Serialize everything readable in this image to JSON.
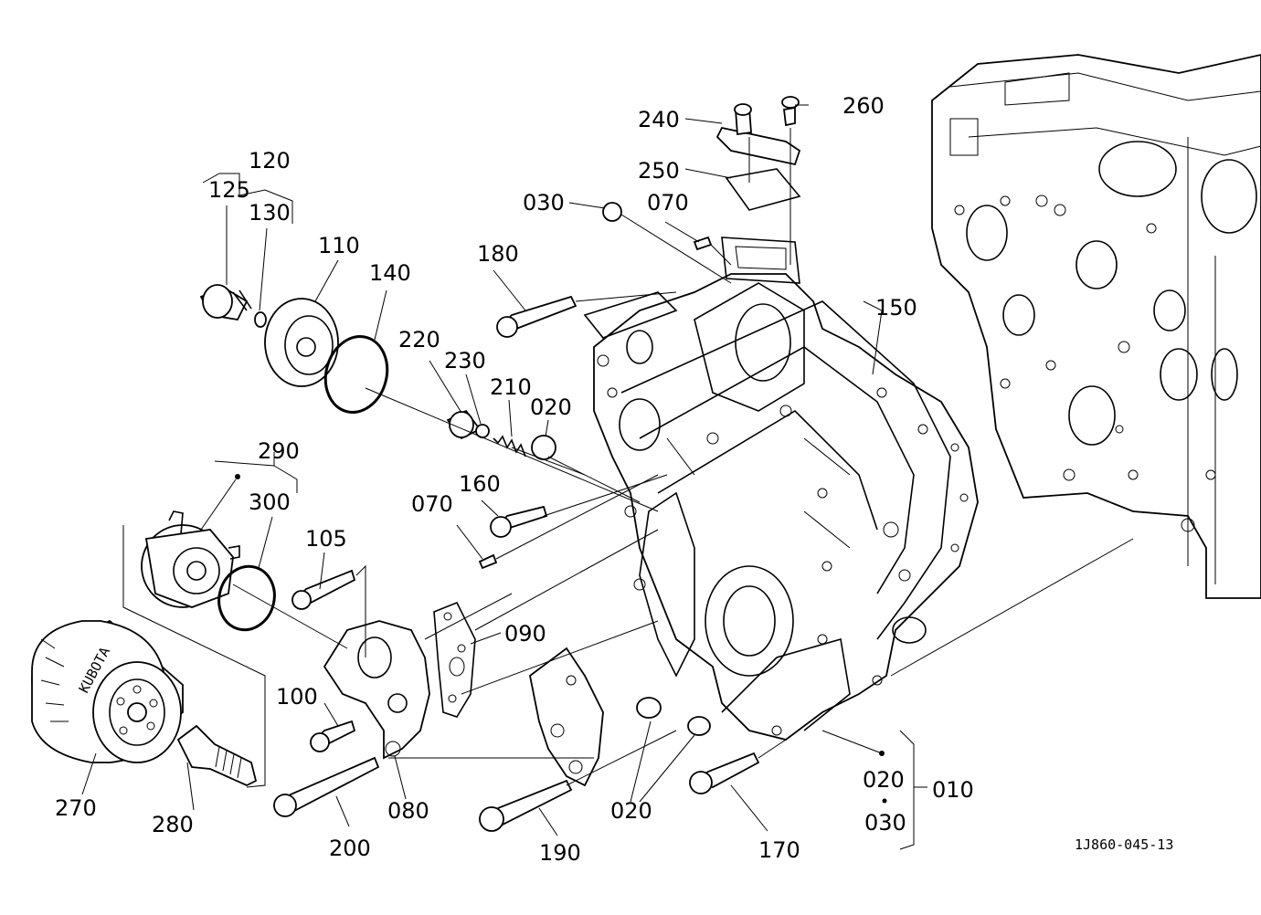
{
  "labels": {
    "p010": "010",
    "p020_a": "020",
    "p020_b": "020",
    "p020_c": "020",
    "p030_a": "030",
    "p030_b": "030",
    "p070_a": "070",
    "p070_b": "070",
    "p080": "080",
    "p090": "090",
    "p100": "100",
    "p105": "105",
    "p110": "110",
    "p120": "120",
    "p125": "125",
    "p130": "130",
    "p140": "140",
    "p150": "150",
    "p160": "160",
    "p170": "170",
    "p180": "180",
    "p190": "190",
    "p200": "200",
    "p210": "210",
    "p220": "220",
    "p230": "230",
    "p240": "240",
    "p250": "250",
    "p260": "260",
    "p270": "270",
    "p280": "280",
    "p290": "290",
    "p300": "300"
  },
  "diagram_code": "1J860-045-13",
  "filter_brand_mark": "KUBOTA"
}
